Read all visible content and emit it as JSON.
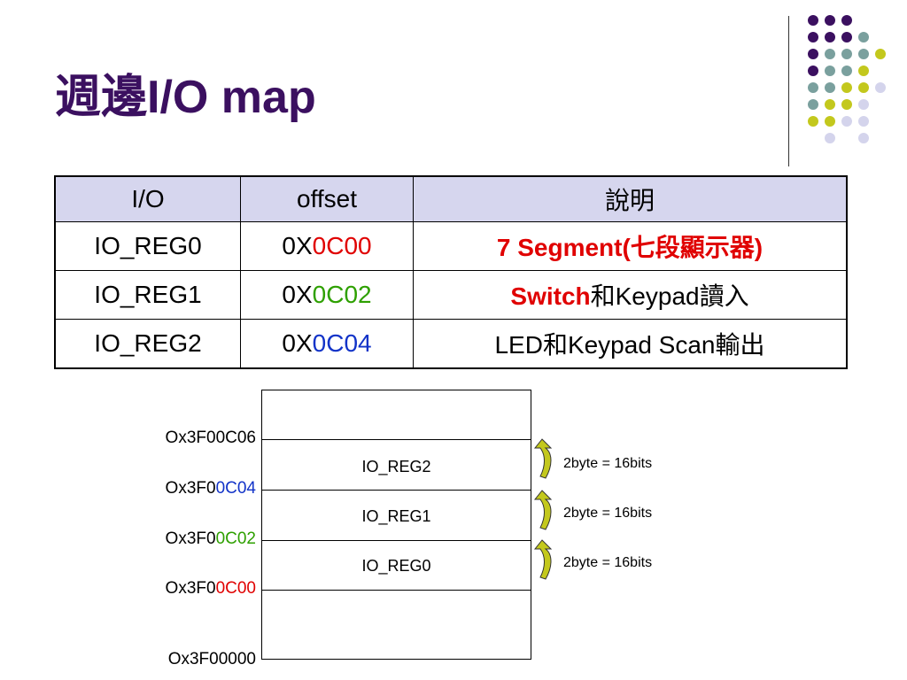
{
  "slide": {
    "title": "週邊I/O map"
  },
  "table": {
    "headers": [
      "I/O",
      "offset",
      "說明"
    ],
    "rows": [
      {
        "io": "IO_REG0",
        "offset_prefix": "0X",
        "offset_suffix": "0C00",
        "desc_bold": "7 Segment(七段顯示器)",
        "desc_plain": ""
      },
      {
        "io": "IO_REG1",
        "offset_prefix": "0X",
        "offset_suffix": "0C02",
        "desc_bold": "Switch",
        "desc_plain": "和Keypad讀入"
      },
      {
        "io": "IO_REG2",
        "offset_prefix": "0X",
        "offset_suffix": "0C04",
        "desc_bold": "",
        "desc_plain": "LED和Keypad Scan輸出"
      }
    ]
  },
  "memory_map": {
    "regions": [
      "IO_REG2",
      "IO_REG1",
      "IO_REG0"
    ],
    "addresses": [
      {
        "prefix": "Ox3F00C06",
        "suffix": ""
      },
      {
        "prefix": "Ox3F0",
        "suffix": "0C04"
      },
      {
        "prefix": "Ox3F0",
        "suffix": "0C02"
      },
      {
        "prefix": "Ox3F0",
        "suffix": "0C00"
      },
      {
        "prefix": "Ox3F00000",
        "suffix": ""
      }
    ],
    "size_labels": [
      "2byte = 16bits",
      "2byte = 16bits",
      "2byte = 16bits"
    ]
  },
  "colors": {
    "title": "#3b1060",
    "header_bg": "#d6d6ee",
    "reg0_accent": "#e00000",
    "reg1_accent": "#2ea000",
    "reg2_accent": "#1233c8",
    "arrow_fill": "#c3c81d"
  }
}
